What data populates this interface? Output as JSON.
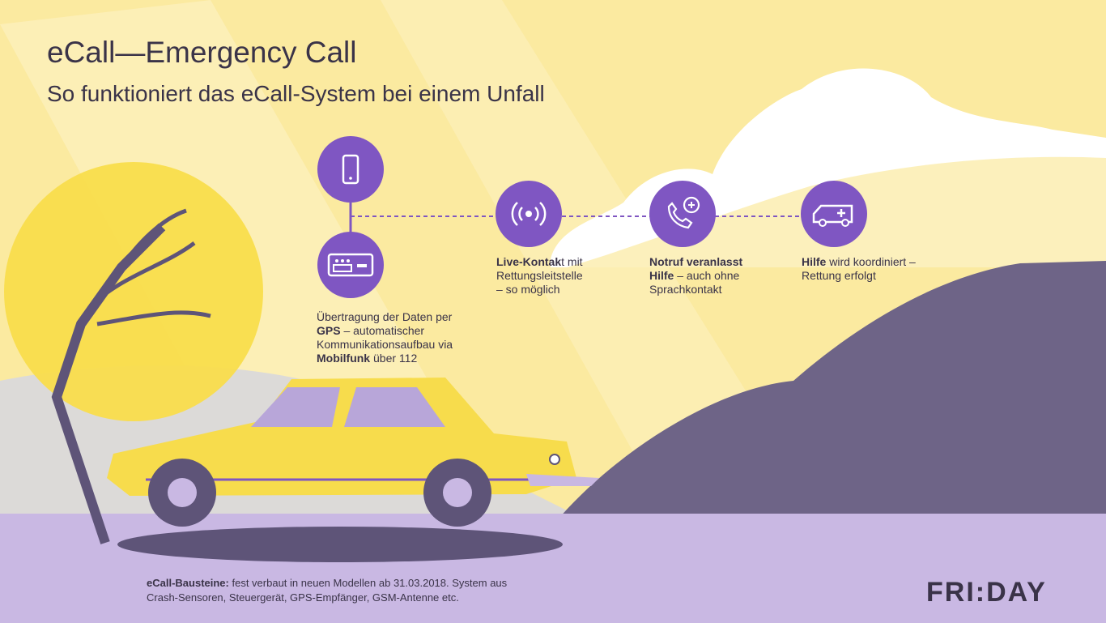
{
  "header": {
    "title": "eCall—Emergency Call",
    "subtitle": "So funktioniert das eCall-System bei einem Unfall"
  },
  "steps": [
    {
      "icon": "smartphone-icon"
    },
    {
      "icon": "ecall-device-icon",
      "lines": [
        {
          "parts": [
            {
              "t": "Übertragung der Daten per",
              "b": false
            }
          ]
        },
        {
          "parts": [
            {
              "t": "GPS",
              "b": true
            },
            {
              "t": " – automatischer",
              "b": false
            }
          ]
        },
        {
          "parts": [
            {
              "t": "Kommunikationsaufbau via",
              "b": false
            }
          ]
        },
        {
          "parts": [
            {
              "t": "Mobilfunk",
              "b": true
            },
            {
              "t": " über 112",
              "b": false
            }
          ]
        }
      ]
    },
    {
      "icon": "broadcast-signal-icon",
      "lines": [
        {
          "parts": [
            {
              "t": "Live-Kontak",
              "b": true
            },
            {
              "t": "t mit",
              "b": false
            }
          ]
        },
        {
          "parts": [
            {
              "t": "Rettungsleitstelle",
              "b": false
            }
          ]
        },
        {
          "parts": [
            {
              "t": "– so möglich",
              "b": false
            }
          ]
        }
      ]
    },
    {
      "icon": "phone-plus-icon",
      "lines": [
        {
          "parts": [
            {
              "t": "Notruf veranlasst",
              "b": true
            }
          ]
        },
        {
          "parts": [
            {
              "t": "Hilfe",
              "b": true
            },
            {
              "t": " – auch ohne",
              "b": false
            }
          ]
        },
        {
          "parts": [
            {
              "t": "Sprachkontakt",
              "b": false
            }
          ]
        }
      ]
    },
    {
      "icon": "ambulance-icon",
      "lines": [
        {
          "parts": [
            {
              "t": "Hilfe",
              "b": true
            },
            {
              "t": " wird koordiniert –",
              "b": false
            }
          ]
        },
        {
          "parts": [
            {
              "t": "Rettung erfolgt",
              "b": false
            }
          ]
        }
      ]
    }
  ],
  "footer": {
    "label": "eCall-Bausteine:",
    "text1": " fest verbaut in neuen Modellen ab 31.03.2018. System aus",
    "text2": "Crash-Sensoren, Steuergerät, GPS-Empfänger, GSM-Antenne etc."
  },
  "logo": "FRI:DAY",
  "colors": {
    "accent": "#7f56c2",
    "background": "#fbeaa0",
    "car": "#f7dc4c",
    "hill": "#6e6487",
    "ground": "#c9b8e3"
  }
}
